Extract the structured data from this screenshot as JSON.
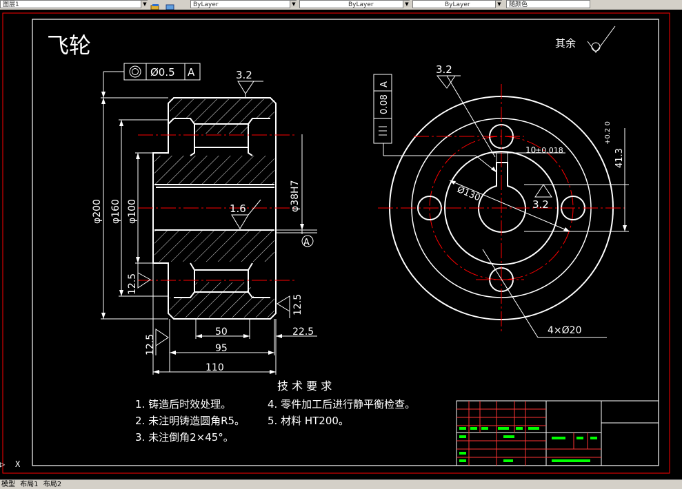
{
  "toolbar": {
    "layer_value": "图层1",
    "color_value": "ByLayer",
    "linetype_value": "ByLayer",
    "lineweight_value": "ByLayer",
    "plotstyle_value": "随颜色"
  },
  "drawing": {
    "title": "飞轮",
    "roughness_note": "其余",
    "front_view": {
      "roughness_top": "3.2",
      "roughness_bore": "1.6",
      "roughness_left": "12.5",
      "roughness_right": "12.5",
      "roughness_bottom": "12.5",
      "tolerance_value": "Ø0.5",
      "tolerance_datum": "A",
      "datum_label": "A",
      "dim_d200": "φ200",
      "dim_d160": "φ160",
      "dim_d100": "φ100",
      "dim_d38": "φ38H7",
      "dim_50": "50",
      "dim_95": "95",
      "dim_110": "110",
      "dim_22_5": "22.5"
    },
    "side_view": {
      "roughness_top": "3.2",
      "roughness_keyway": "3.2",
      "tolerance_value": "0.08",
      "tolerance_datum": "A",
      "dim_key_width": "10",
      "dim_key_tol": "±0.018",
      "dim_d130": "Ø130",
      "dim_41_3": "41.3",
      "dim_41_3_tol": "+0.2 0",
      "holes_label": "4×Ø20"
    },
    "tech_req": {
      "heading": "技 术 要 求",
      "items": [
        "1. 铸造后时效处理。",
        "2. 未注明铸造圆角R5。",
        "3. 未注倒角2×45°。",
        "4. 零件加工后进行静平衡检查。",
        "5. 材料  HT200。"
      ]
    }
  },
  "command_prompt": "X",
  "tabs": [
    "模型",
    "布局1",
    "布局2"
  ],
  "colors": {
    "background": "#000000",
    "outline": "#ffffff",
    "centerline": "#ff0000",
    "frame": "#ff0000",
    "title_block": "#ff3333",
    "title_text": "#00ff00"
  }
}
